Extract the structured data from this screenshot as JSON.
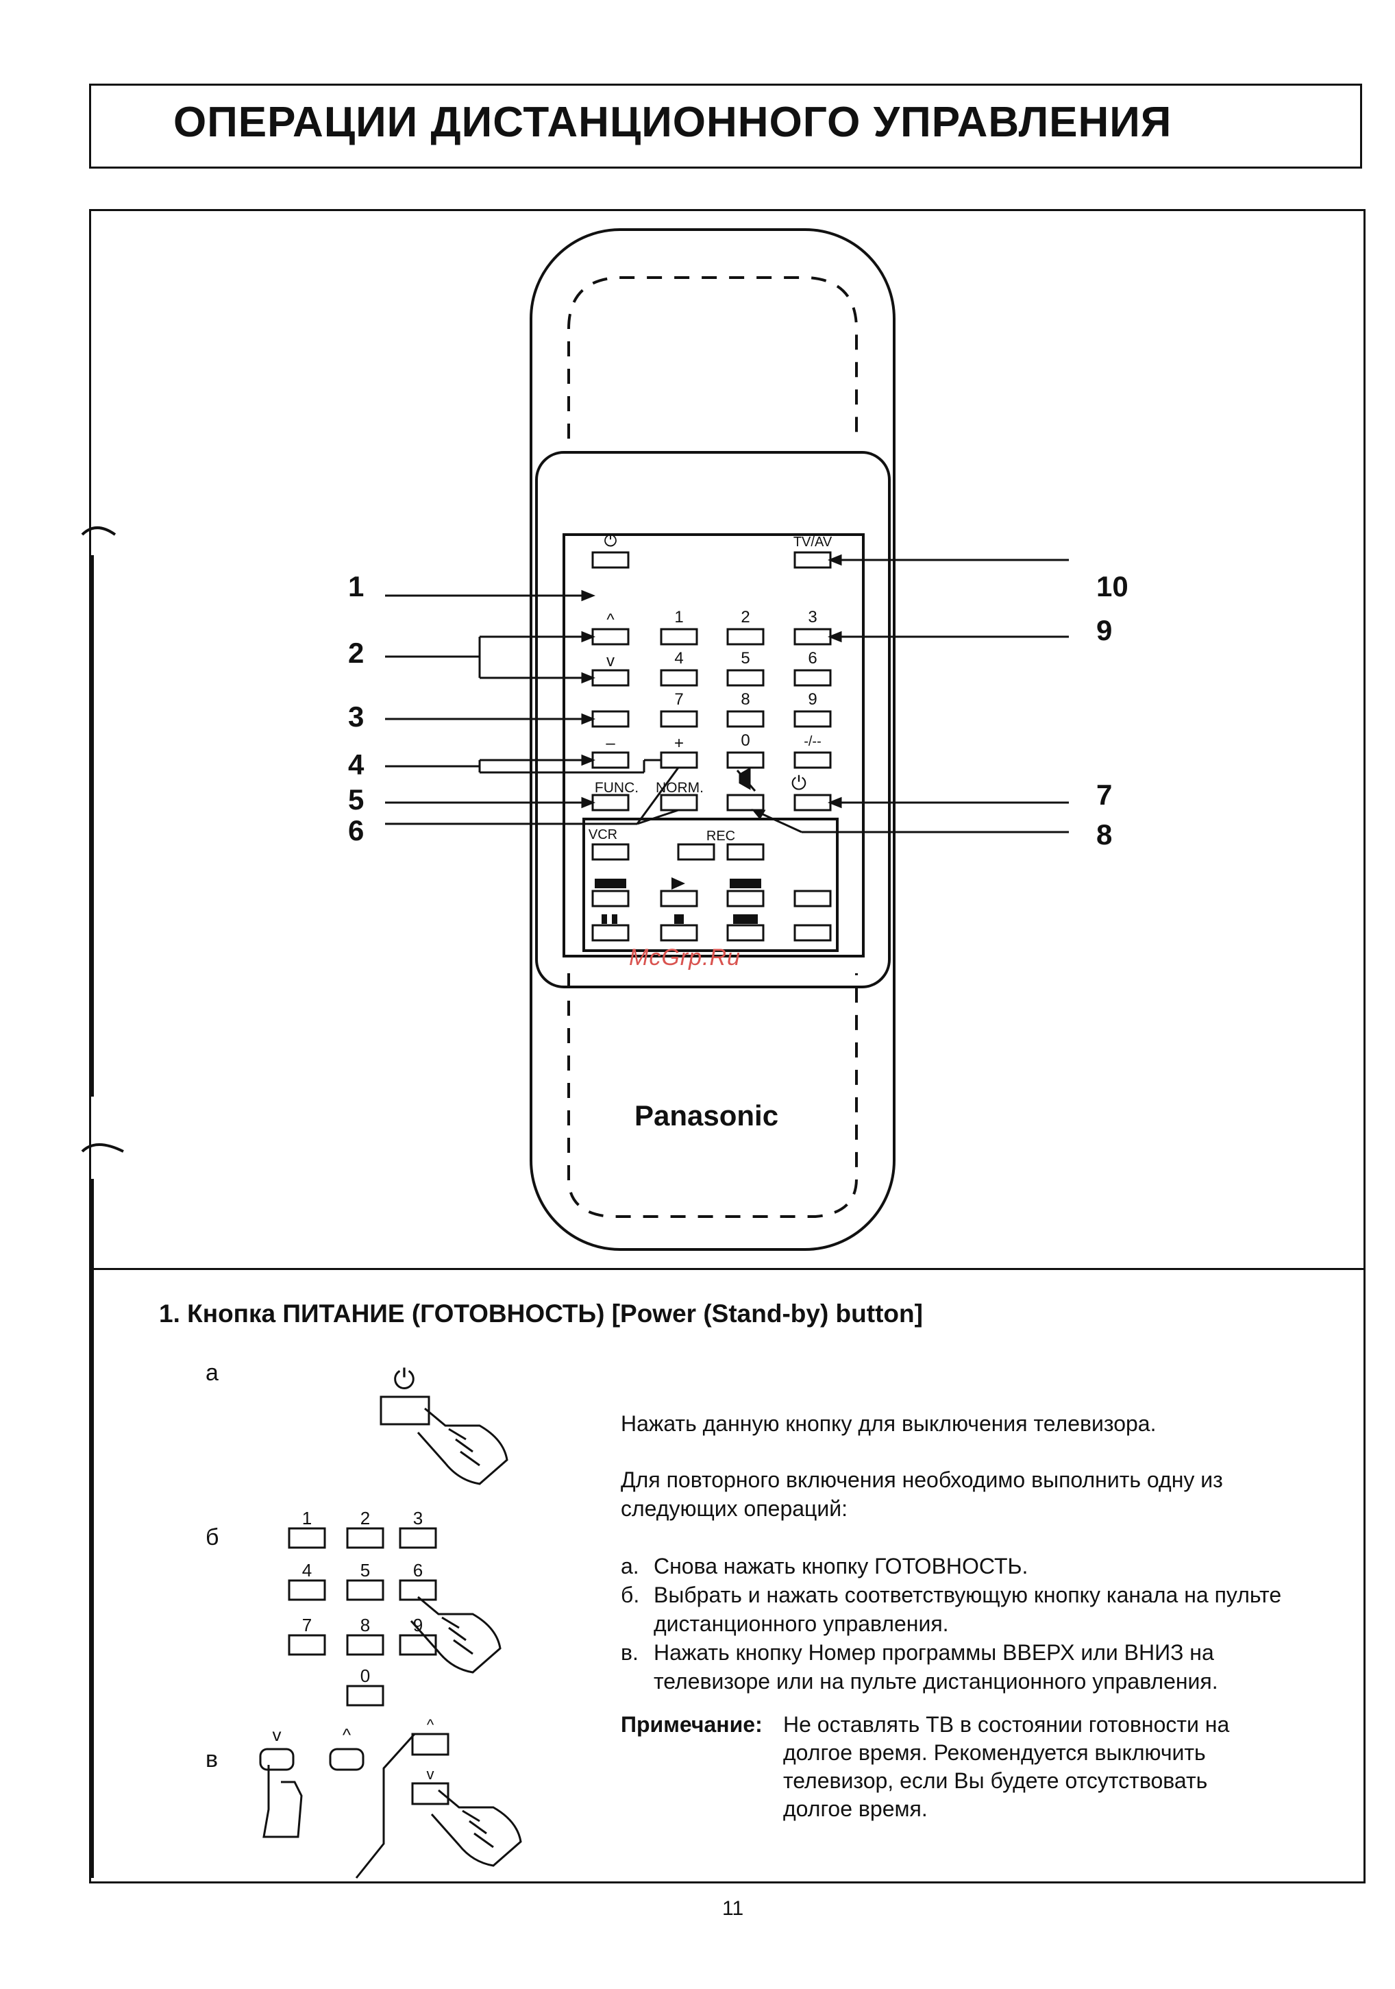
{
  "header": {
    "title": "ОПЕРАЦИИ ДИСТАНЦИОННОГО УПРАВЛЕНИЯ"
  },
  "remote": {
    "brand": "Panasonic",
    "watermark": "McGrp.Ru",
    "callouts": [
      "1",
      "2",
      "3",
      "4",
      "5",
      "6",
      "7",
      "8",
      "9",
      "10"
    ],
    "labels": {
      "power": "⏻",
      "tvav": "TV/AV",
      "up": "^",
      "down": "v",
      "minus": "–",
      "plus": "+",
      "func": "FUNC.",
      "norm": "NORM.",
      "vcr": "VCR",
      "rec": "REC",
      "digits": [
        "1",
        "2",
        "3",
        "4",
        "5",
        "6",
        "7",
        "8",
        "9",
        "0"
      ],
      "dashes": "-/--"
    }
  },
  "section": {
    "heading": "1. Кнопка ПИТАНИЕ (ГОТОВНОСТЬ) [Power (Stand-by) button]",
    "step_a": "а",
    "step_b": "б",
    "step_v": "в",
    "fig_digits": [
      "1",
      "2",
      "3",
      "4",
      "5",
      "6",
      "7",
      "8",
      "9",
      "0"
    ],
    "fig_power": "⏻",
    "fig_down": "v",
    "fig_up": "^",
    "text1": "Нажать данную кнопку для выключения телевизора.",
    "text2": "Для повторного включения необходимо выполнить одну из следующих операций:",
    "list": [
      {
        "mark": "а.",
        "text": "Снова нажать кнопку ГОТОВНОСТЬ."
      },
      {
        "mark": "б.",
        "text": "Выбрать и нажать соответствующую кнопку канала на пульте дистанционного управления."
      },
      {
        "mark": "в.",
        "text": "Нажать кнопку Номер программы ВВЕРХ или ВНИЗ на телевизоре или на пульте дистанционного управления."
      }
    ],
    "note_label": "Примечание:",
    "note_text": "Не оставлять ТВ в состоянии готовности на долгое время. Рекомендуется выключить телевизор, если Вы будете отсутствовать долгое время."
  },
  "page_number": "11"
}
